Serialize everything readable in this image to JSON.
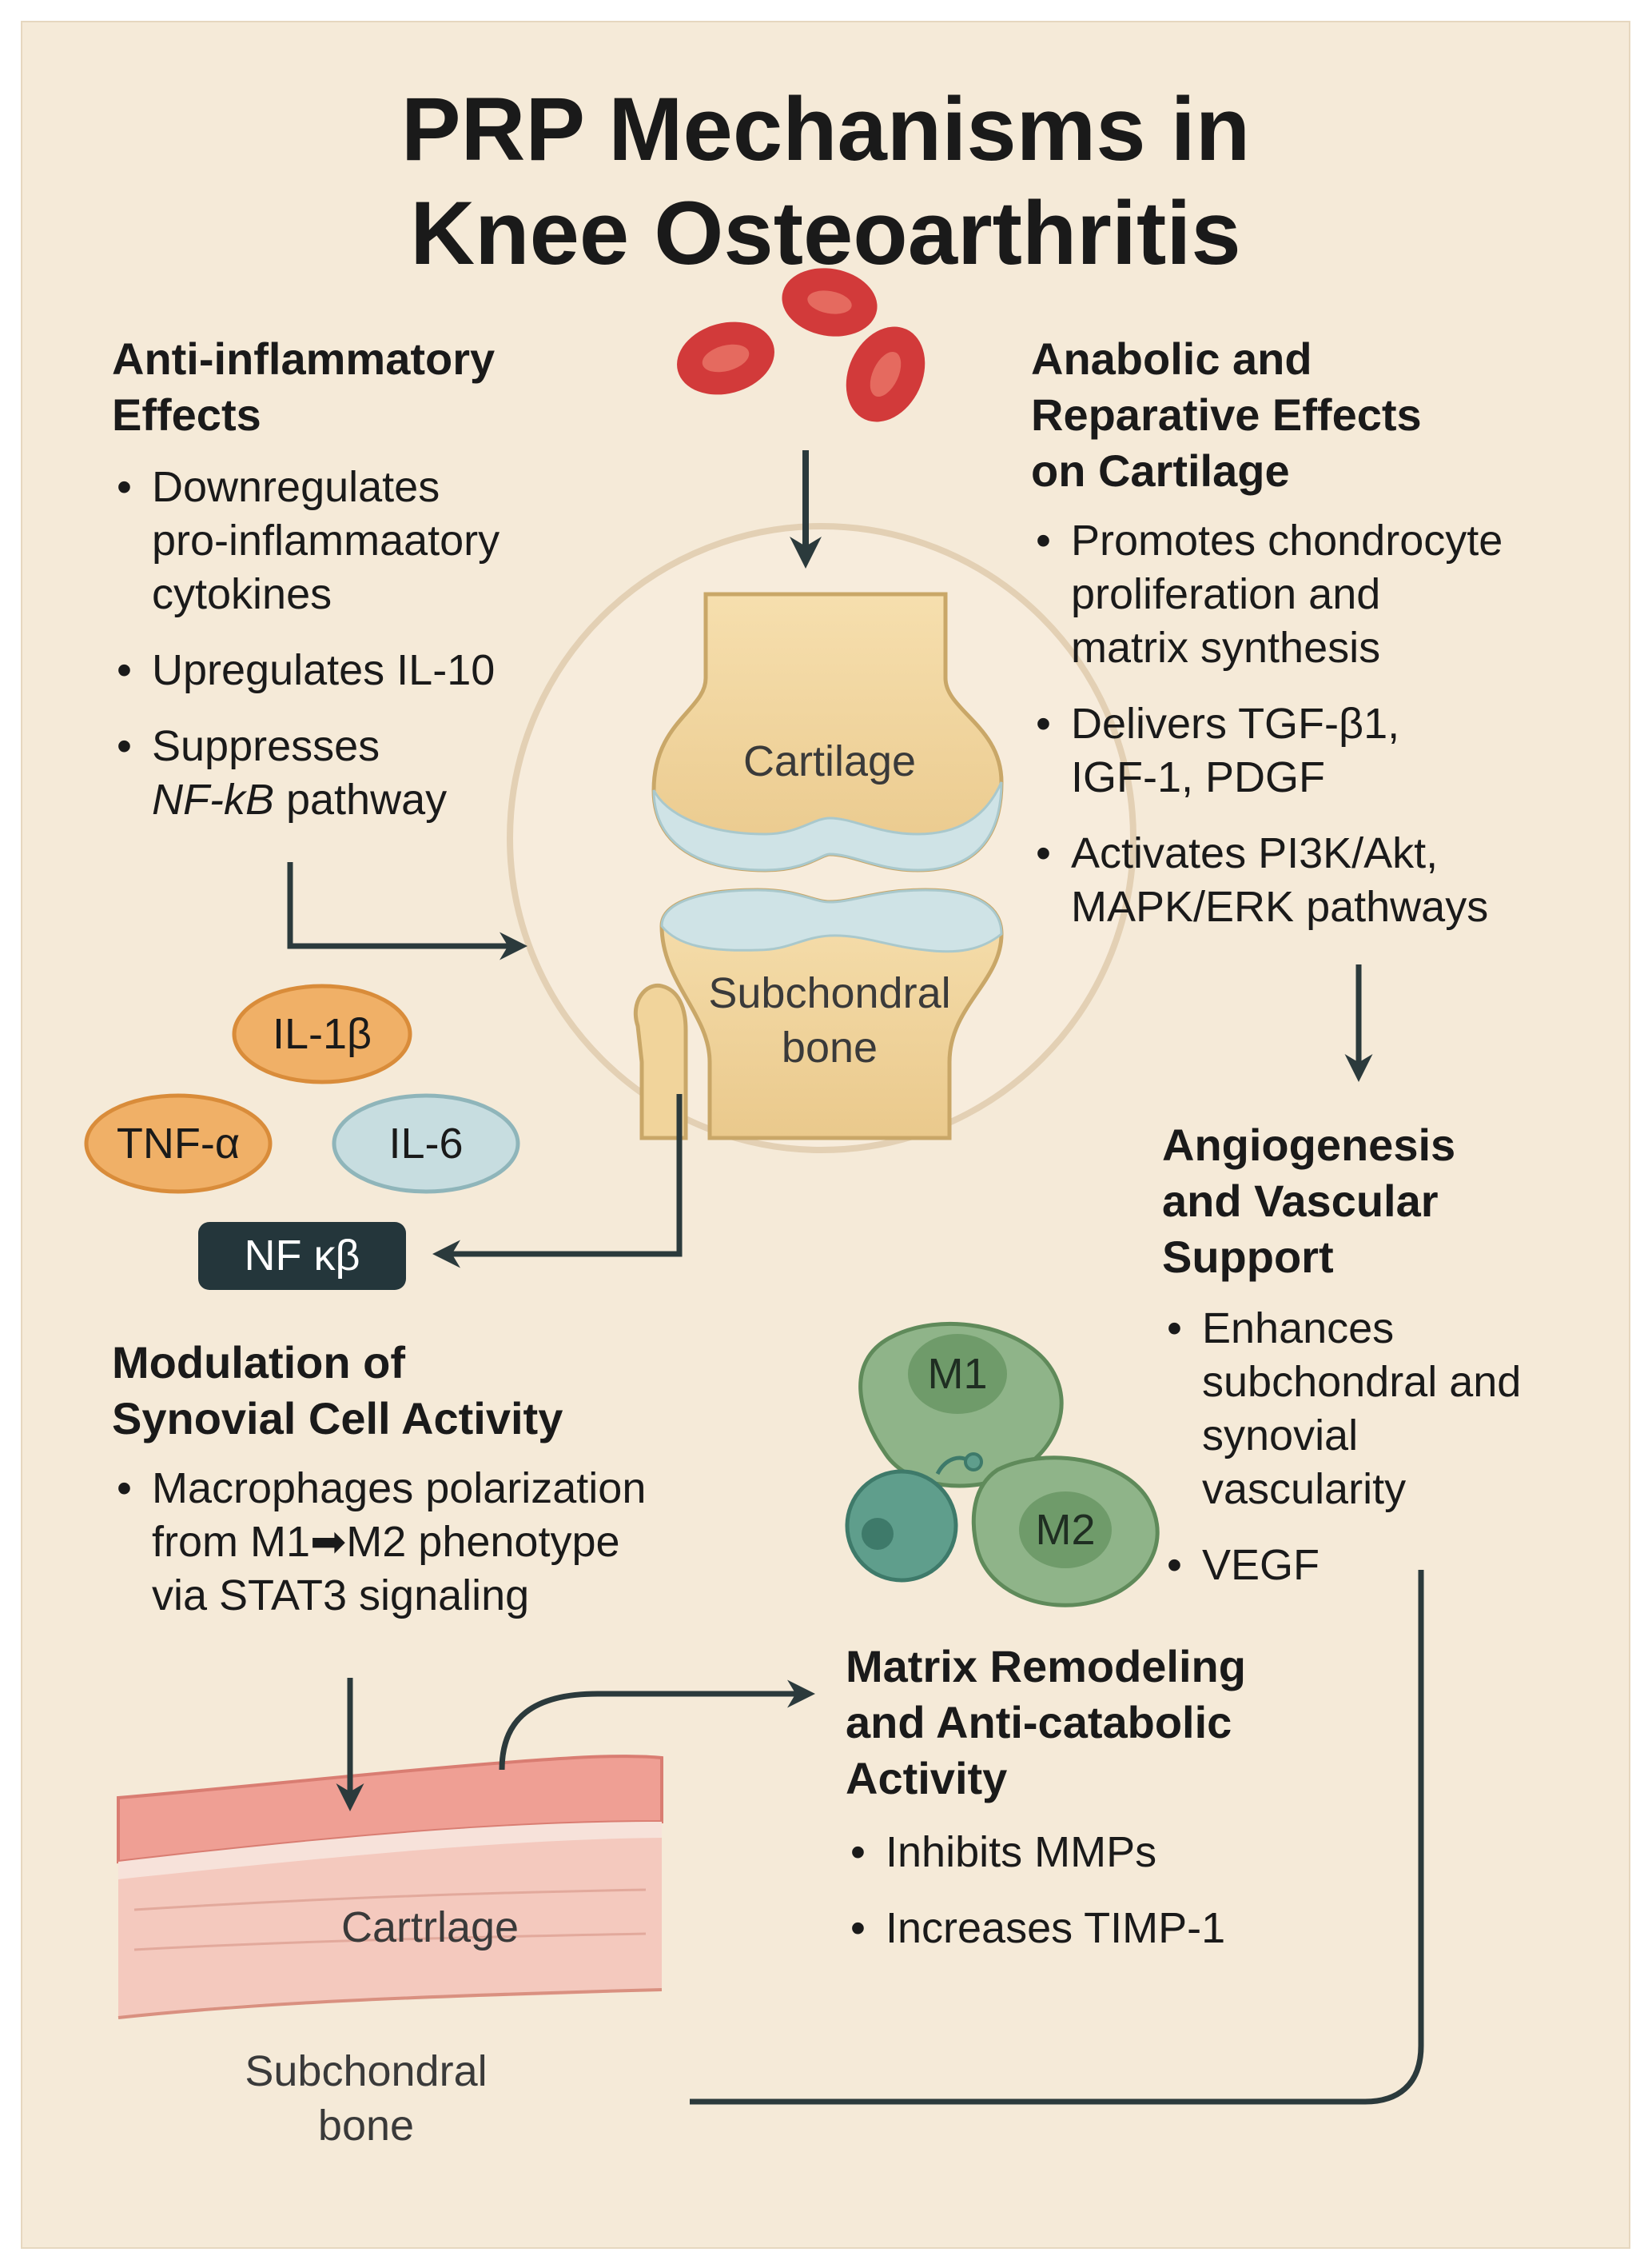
{
  "title": {
    "line1": "PRP Mechanisms in",
    "line2": "Knee Osteoarthritis"
  },
  "anti_inflammatory": {
    "heading_line1": "Anti-inflammatory",
    "heading_line2": "Effects",
    "bullet1_l1": "Downregulates",
    "bullet1_l2": "pro-inflammaatory",
    "bullet1_l3": "cytokines",
    "bullet2": "Upregulates IL-10",
    "bullet3_l1": "Suppresses",
    "bullet3_italic": "NF-kB",
    "bullet3_rest": " pathway"
  },
  "anabolic": {
    "heading_line1": "Anabolic and",
    "heading_line2": "Reparative Effects",
    "heading_line3": "on Cartilage",
    "bullet1_l1": "Promotes chondrocyte",
    "bullet1_l2": "proliferation and",
    "bullet1_l3": "matrix synthesis",
    "bullet2_l1": "Delivers TGF-β1,",
    "bullet2_l2": "IGF-1, PDGF",
    "bullet3_l1": "Activates PI3K/Akt,",
    "bullet3_l2": "MAPK/ERK pathways"
  },
  "knee": {
    "cartilage_label": "Cartilage",
    "bone_label_l1": "Subchondral",
    "bone_label_l2": "bone"
  },
  "cytokines": {
    "il1b": "IL-1β",
    "tnfa": "TNF-α",
    "il6": "IL-6",
    "nfkb": "NF κβ"
  },
  "angiogenesis": {
    "heading_line1": "Angiogenesis",
    "heading_line2": "and Vascular",
    "heading_line3": "Support",
    "bullet1_l1": "Enhances",
    "bullet1_l2": "subchondral and",
    "bullet1_l3": "synovial",
    "bullet1_l4": "vascularity",
    "bullet2": "VEGF"
  },
  "synovial": {
    "heading_line1": "Modulation of",
    "heading_line2": "Synovial Cell Activity",
    "bullet1_l1": "Macrophages polarization",
    "bullet1_l2a": "from M1",
    "bullet1_arrow": "➡",
    "bullet1_l2b": "M2 phenotype",
    "bullet1_l3": "via STAT3 signaling"
  },
  "macrophages": {
    "m1": "M1",
    "m2": "M2"
  },
  "matrix": {
    "heading_line1": "Matrix Remodeling",
    "heading_line2": "and Anti-catabolic",
    "heading_line3": "Activity",
    "bullet1": "Inhibits MMPs",
    "bullet2": "Increases TIMP-1"
  },
  "tissue": {
    "cartilage_label": "Cartrlage",
    "bone_label_l1": "Subchondral",
    "bone_label_l2": "bone"
  },
  "colors": {
    "background": "#f5ead8",
    "bone": "#f3d9a6",
    "cartilage_blue": "#cfe3e6",
    "rbc": "#d23a3a",
    "orange_cytokine": "#f0b067",
    "blue_cytokine": "#c7dde0",
    "nfkb_box": "#24363b",
    "macrophage": "#8fb489",
    "tissue_pink": "#f0b8ad",
    "arrow": "#2b3a3c"
  }
}
